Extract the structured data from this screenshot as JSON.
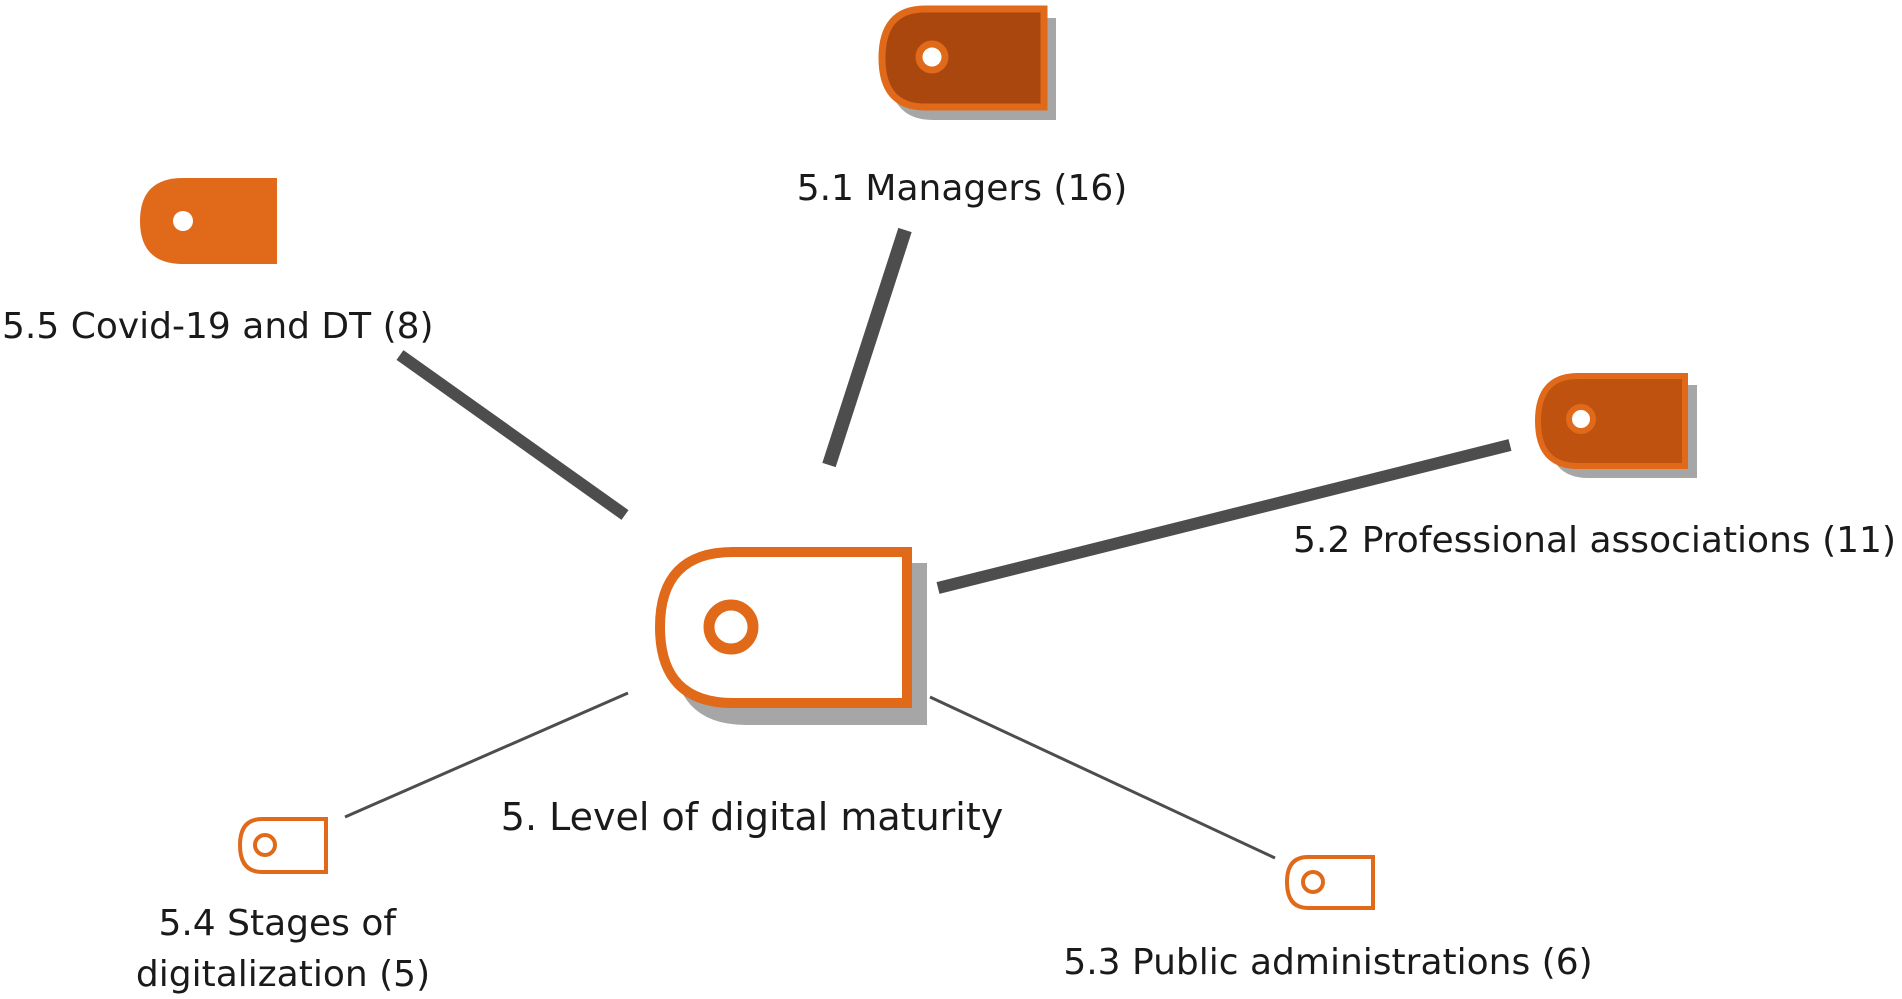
{
  "diagram": {
    "center": {
      "label": "5. Level of digital maturity"
    },
    "nodes": [
      {
        "id": "managers",
        "label": "5.1 Managers (16)",
        "count": 16
      },
      {
        "id": "professional_associations",
        "label": "5.2 Professional associations (11)",
        "count": 11
      },
      {
        "id": "public_administrations",
        "label": "5.3 Public administrations (6)",
        "count": 6
      },
      {
        "id": "stages_of_digitalization",
        "label_line1": "5.4 Stages of",
        "label_line2": "digitalization (5)",
        "count": 5
      },
      {
        "id": "covid_and_dt",
        "label": "5.5 Covid-19 and DT (8)",
        "count": 8
      }
    ],
    "colors": {
      "accent": "#E0691A",
      "accent_dark": "#A9470F",
      "accent_mid": "#C0520F",
      "edge": "#4D4D4D",
      "shadow": "#A6A6A6",
      "text": "#1A1A1A"
    }
  }
}
